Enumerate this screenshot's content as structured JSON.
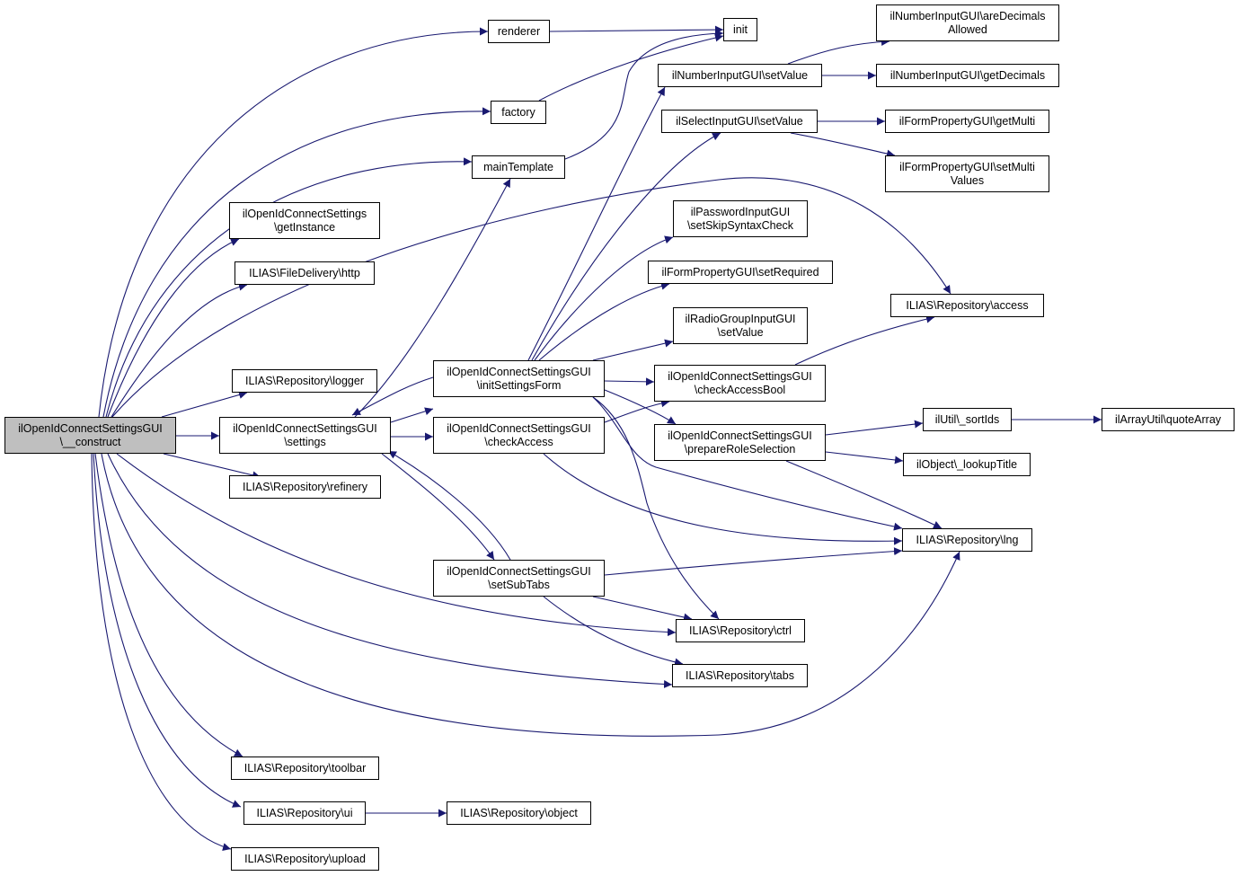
{
  "colors": {
    "edge": "#191970",
    "root_fill": "#bfbfbf",
    "node_border": "#000000"
  },
  "nodes": {
    "construct": [
      "ilOpenIdConnectSettingsGUI",
      "\\__construct"
    ],
    "renderer": [
      "renderer"
    ],
    "init": [
      "init"
    ],
    "factory": [
      "factory"
    ],
    "mainTemplate": [
      "mainTemplate"
    ],
    "getInstance": [
      "ilOpenIdConnectSettings",
      "\\getInstance"
    ],
    "http": [
      "ILIAS\\FileDelivery\\http"
    ],
    "logger": [
      "ILIAS\\Repository\\logger"
    ],
    "settings": [
      "ilOpenIdConnectSettingsGUI",
      "\\settings"
    ],
    "refinery": [
      "ILIAS\\Repository\\refinery"
    ],
    "initSettingsForm": [
      "ilOpenIdConnectSettingsGUI",
      "\\initSettingsForm"
    ],
    "checkAccess": [
      "ilOpenIdConnectSettingsGUI",
      "\\checkAccess"
    ],
    "setSubTabs": [
      "ilOpenIdConnectSettingsGUI",
      "\\setSubTabs"
    ],
    "numSetValue": [
      "ilNumberInputGUI\\setValue"
    ],
    "selSetValue": [
      "ilSelectInputGUI\\setValue"
    ],
    "pwdSkip": [
      "ilPasswordInputGUI",
      "\\setSkipSyntaxCheck"
    ],
    "setRequired": [
      "ilFormPropertyGUI\\setRequired"
    ],
    "radioSetValue": [
      "ilRadioGroupInputGUI",
      "\\setValue"
    ],
    "checkAccessBool": [
      "ilOpenIdConnectSettingsGUI",
      "\\checkAccessBool"
    ],
    "prepareRole": [
      "ilOpenIdConnectSettingsGUI",
      "\\prepareRoleSelection"
    ],
    "ctrl": [
      "ILIAS\\Repository\\ctrl"
    ],
    "tabs": [
      "ILIAS\\Repository\\tabs"
    ],
    "areDecimals": [
      "ilNumberInputGUI\\areDecimals",
      "Allowed"
    ],
    "getDecimals": [
      "ilNumberInputGUI\\getDecimals"
    ],
    "getMulti": [
      "ilFormPropertyGUI\\getMulti"
    ],
    "setMulti": [
      "ilFormPropertyGUI\\setMulti",
      "Values"
    ],
    "access": [
      "ILIAS\\Repository\\access"
    ],
    "sortIds": [
      "ilUtil\\_sortIds"
    ],
    "quoteArray": [
      "ilArrayUtil\\quoteArray"
    ],
    "lookupTitle": [
      "ilObject\\_lookupTitle"
    ],
    "lng": [
      "ILIAS\\Repository\\lng"
    ],
    "toolbar": [
      "ILIAS\\Repository\\toolbar"
    ],
    "ui": [
      "ILIAS\\Repository\\ui"
    ],
    "object": [
      "ILIAS\\Repository\\object"
    ],
    "upload": [
      "ILIAS\\Repository\\upload"
    ]
  }
}
